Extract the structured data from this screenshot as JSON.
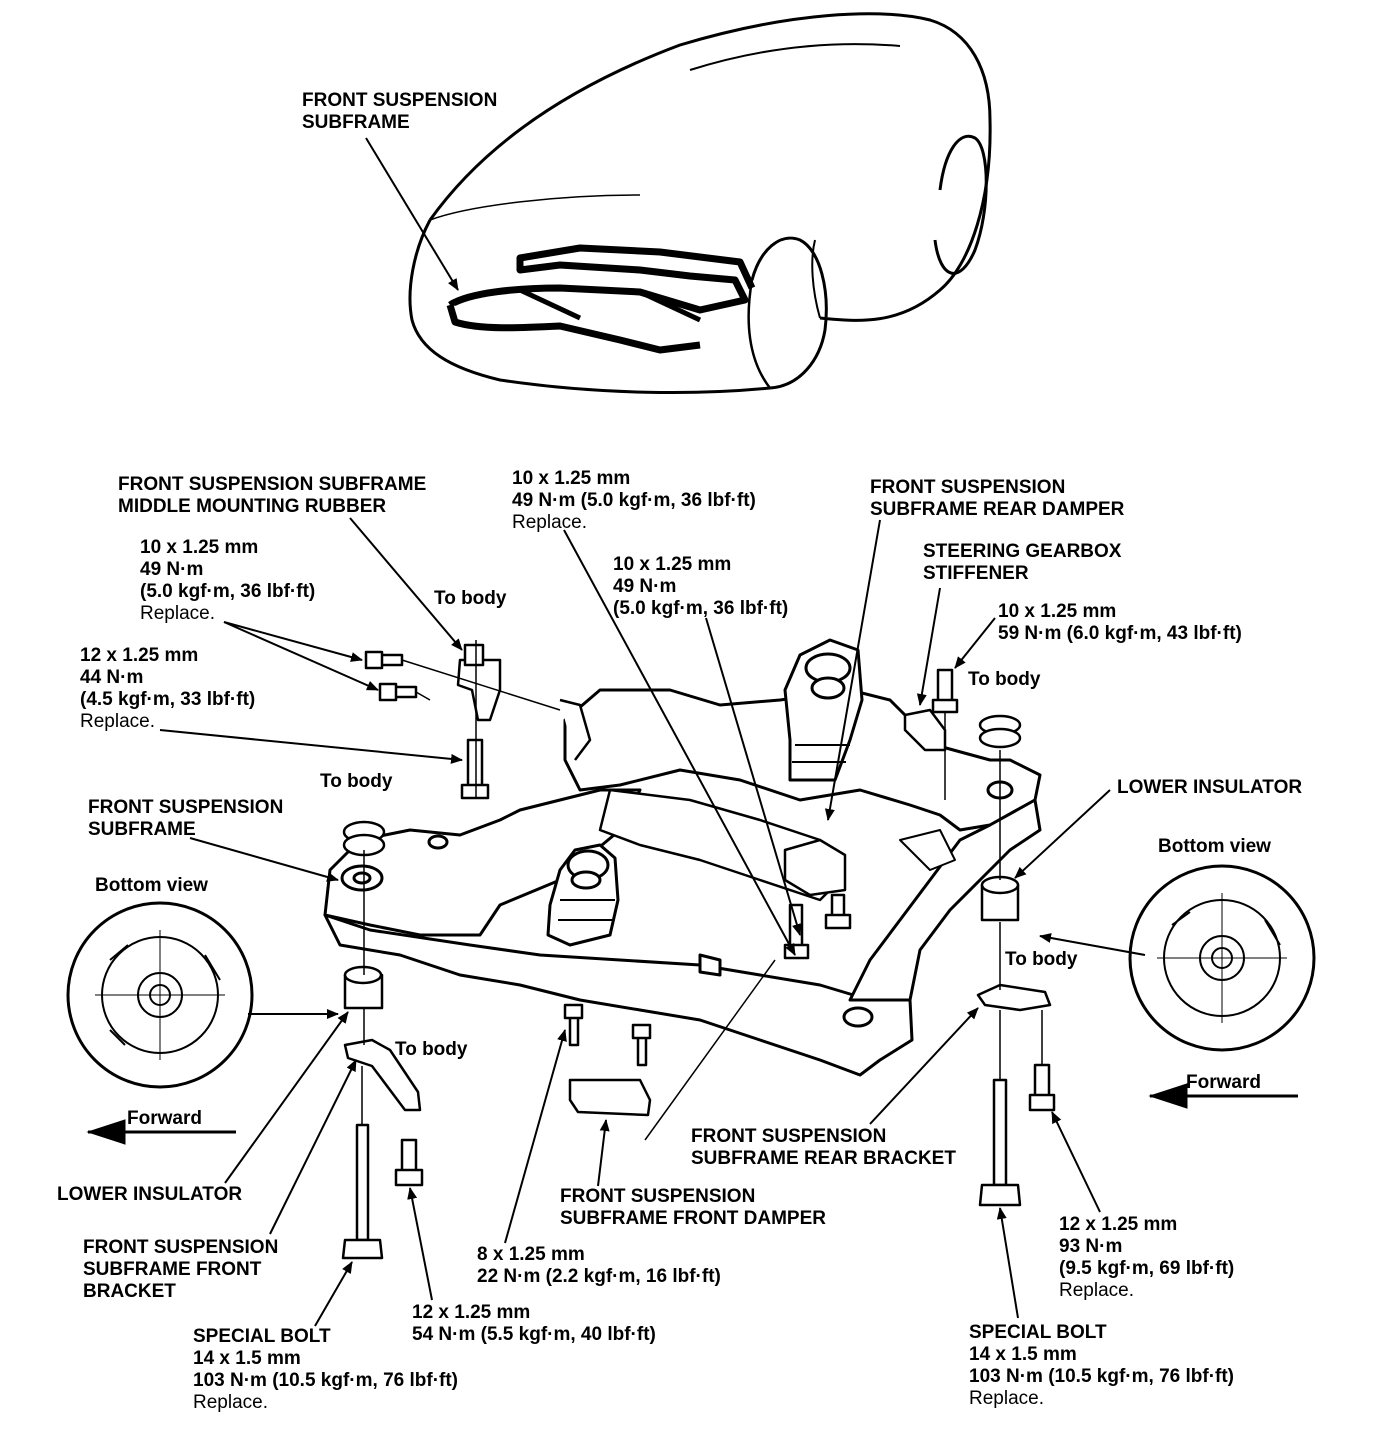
{
  "top": {
    "subframe_label": [
      "FRONT SUSPENSION",
      "SUBFRAME"
    ]
  },
  "labels": {
    "middle_rubber": [
      "FRONT SUSPENSION SUBFRAME",
      "MIDDLE MOUNTING RUBBER"
    ],
    "bolt_10_49_left": [
      "10 x 1.25 mm",
      "49 N·m",
      "(5.0 kgf·m, 36 lbf·ft)",
      "Replace."
    ],
    "bolt_12_44": [
      "12 x 1.25 mm",
      "44 N·m",
      "(4.5 kgf·m, 33 lbf·ft)",
      "Replace."
    ],
    "to_body_1": "To body",
    "to_body_2": "To body",
    "to_body_3": "To body",
    "to_body_4": "To body",
    "to_body_5": "To body",
    "subframe_left": [
      "FRONT SUSPENSION",
      "SUBFRAME"
    ],
    "bottom_view_left": "Bottom view",
    "bottom_view_right": "Bottom view",
    "forward_left": "Forward",
    "forward_right": "Forward",
    "bolt_10_49_top": [
      "10 x 1.25 mm",
      "49 N·m (5.0 kgf·m, 36 lbf·ft)",
      "Replace."
    ],
    "bolt_10_49_mid": [
      "10 x 1.25 mm",
      "49 N·m",
      "(5.0 kgf·m, 36 lbf·ft)"
    ],
    "rear_damper": [
      "FRONT SUSPENSION",
      "SUBFRAME REAR DAMPER"
    ],
    "gearbox_stiffener": [
      "STEERING GEARBOX",
      "STIFFENER"
    ],
    "bolt_10_59": [
      "10 x 1.25 mm",
      "59 N·m (6.0 kgf·m, 43 lbf·ft)"
    ],
    "lower_insulator_right": "LOWER INSULATOR",
    "lower_insulator_left": "LOWER INSULATOR",
    "front_bracket": [
      "FRONT SUSPENSION",
      "SUBFRAME FRONT",
      "BRACKET"
    ],
    "special_bolt_left": [
      "SPECIAL BOLT",
      "14 x 1.5 mm",
      "103 N·m (10.5 kgf·m, 76 lbf·ft)",
      "Replace."
    ],
    "bolt_12_54": [
      "12 x 1.25 mm",
      "54 N·m (5.5 kgf·m, 40 lbf·ft)"
    ],
    "bolt_8_22": [
      "8 x 1.25 mm",
      "22 N·m (2.2 kgf·m, 16 lbf·ft)"
    ],
    "front_damper": [
      "FRONT SUSPENSION",
      "SUBFRAME FRONT DAMPER"
    ],
    "rear_bracket": [
      "FRONT SUSPENSION",
      "SUBFRAME REAR BRACKET"
    ],
    "bolt_12_93": [
      "12 x 1.25 mm",
      "93 N·m",
      "(9.5 kgf·m, 69 lbf·ft)",
      "Replace."
    ],
    "special_bolt_right": [
      "SPECIAL BOLT",
      "14 x 1.5 mm",
      "103 N·m (10.5 kgf·m, 76 lbf·ft)",
      "Replace."
    ]
  }
}
